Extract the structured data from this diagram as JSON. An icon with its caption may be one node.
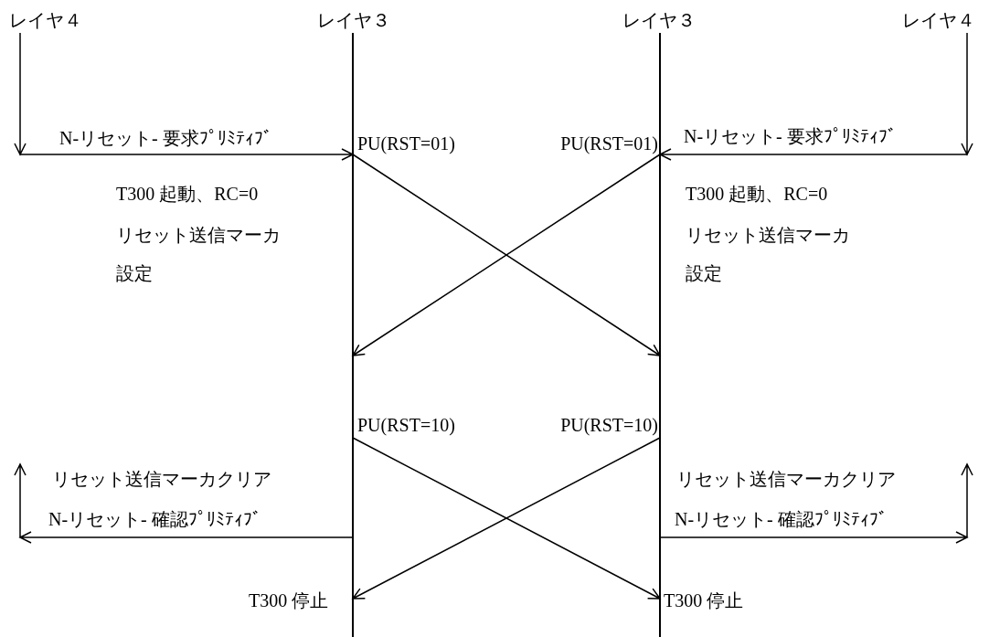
{
  "diagram": {
    "nodes": [
      {
        "text": [
          "レイヤ４"
        ]
      },
      {
        "text": [
          "レイヤ３"
        ]
      },
      {
        "text": [
          "レイヤ３"
        ]
      },
      {
        "text": [
          "レイヤ４"
        ]
      }
    ],
    "edges": [
      {
        "from": 0,
        "to": 1,
        "arrow": "to",
        "label": "N-リセット- 要求ﾌﾟﾘﾐﾃｨﾌﾞ"
      },
      {
        "from": 3,
        "to": 2,
        "arrow": "to",
        "label": "N-リセット- 要求ﾌﾟﾘﾐﾃｨﾌﾞ"
      },
      {
        "from": 1,
        "to": 2,
        "arrow": "to",
        "label": "PU(RST=01)"
      },
      {
        "from": 2,
        "to": 1,
        "arrow": "to",
        "label": "PU(RST=01)"
      },
      {
        "from": 1,
        "to": 2,
        "arrow": "to",
        "label": "PU(RST=10)"
      },
      {
        "from": 2,
        "to": 1,
        "arrow": "to",
        "label": "PU(RST=10)"
      },
      {
        "from": 1,
        "to": null,
        "arrow": "to",
        "label": "N-リセット- 確認ﾌﾟﾘﾐﾃｨﾌﾞ"
      },
      {
        "from": 2,
        "to": null,
        "arrow": "to",
        "label": "N-リセット- 確認ﾌﾟﾘﾐﾃｨﾌﾞ"
      }
    ],
    "labels": [
      "T300 起動、RC=0",
      "T300 起動、RC=0",
      "リセット送信マーカ設定",
      "リセット送信マーカ設定",
      "リセット送信マーカクリア",
      "リセット送信マーカクリア",
      "T300 停止",
      "T300 停止"
    ]
  }
}
